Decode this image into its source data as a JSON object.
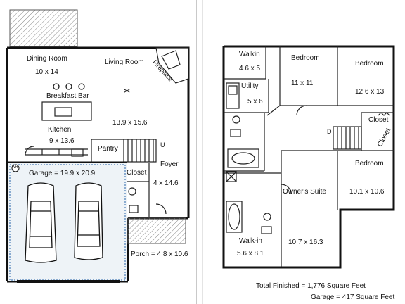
{
  "first_floor": {
    "dining_room": {
      "name": "Dining Room",
      "size": "10 x 14"
    },
    "living_room": {
      "name": "Living Room"
    },
    "fireplace": "Fireplace",
    "breakfast_bar": "Breakfast Bar",
    "kitchen": {
      "name": "Kitchen",
      "size": "9 x 13.6"
    },
    "living_size": "13.9 x 15.6",
    "pantry": "Pantry",
    "foyer": {
      "name": "Foyer",
      "size": "4 x 14.6"
    },
    "closet": "Closet",
    "stair_mark": "U",
    "garage": "Garage = 19.9 x 20.9",
    "porch": "Porch = 4.8 x 10.6",
    "hvac_mark": "WH"
  },
  "second_floor": {
    "walkin_top": {
      "name": "Walkin",
      "size": "4.6 x 5"
    },
    "bedroom_mid": {
      "name": "Bedroom",
      "size": "11 x 11"
    },
    "bedroom_right": {
      "name": "Bedroom",
      "size": "12.6 x 13"
    },
    "utility": {
      "name": "Utility",
      "size": "5 x 6"
    },
    "closet_a": "Closet",
    "closet_b": "Closet",
    "stair_mark": "D",
    "bedroom_lower": {
      "name": "Bedroom",
      "size": "10.1 x 10.6"
    },
    "owners_suite": {
      "name": "Owner's Suite",
      "size": "10.7 x 16.3"
    },
    "walkin_bottom": {
      "name": "Walk-in",
      "size": "5.6 x 8.1"
    }
  },
  "totals": {
    "finished": "Total Finished = 1,776 Square Feet",
    "garage": "Garage = 417 Square Feet"
  }
}
